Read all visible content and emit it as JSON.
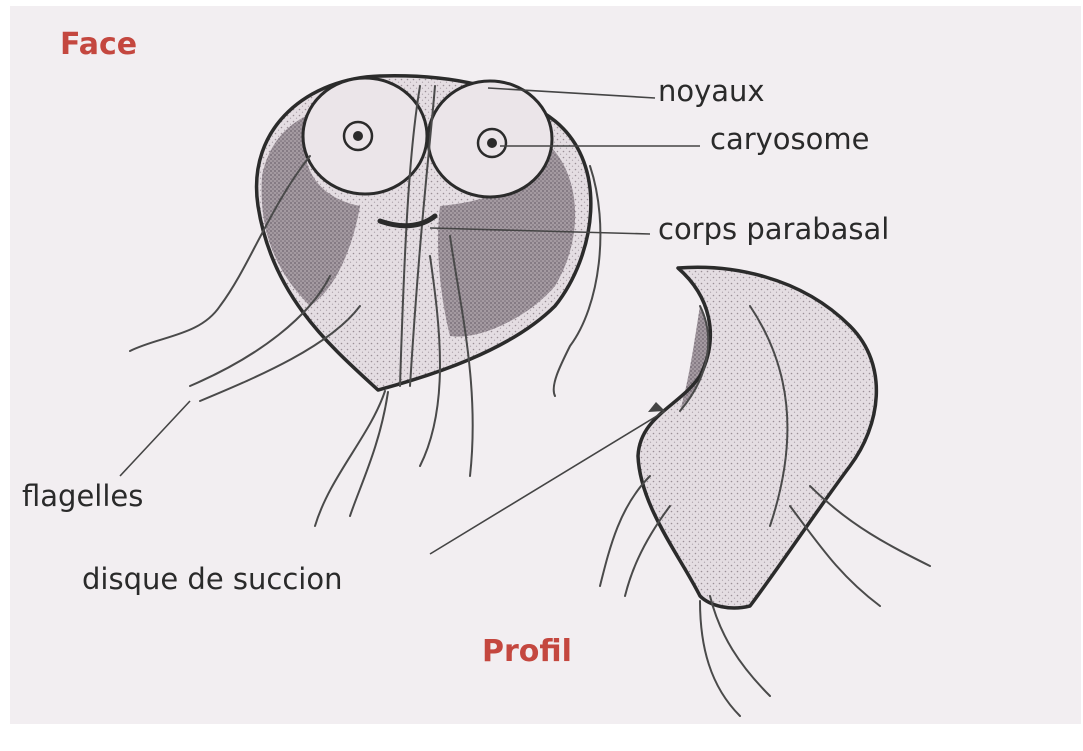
{
  "titles": {
    "face": "Face",
    "profil": "Profil"
  },
  "labels": {
    "noyaux": "noyaux",
    "caryosome": "caryosome",
    "corps_parabasal": "corps parabasal",
    "flagelles": "flagelles",
    "disque_de_succion": "disque de succion"
  },
  "colors": {
    "title_red": "#c4473f",
    "background": "#f2eef1",
    "ink": "#2b2b2b",
    "stipple_dark": "#8c8088",
    "stipple_light": "#d8d0d6"
  }
}
